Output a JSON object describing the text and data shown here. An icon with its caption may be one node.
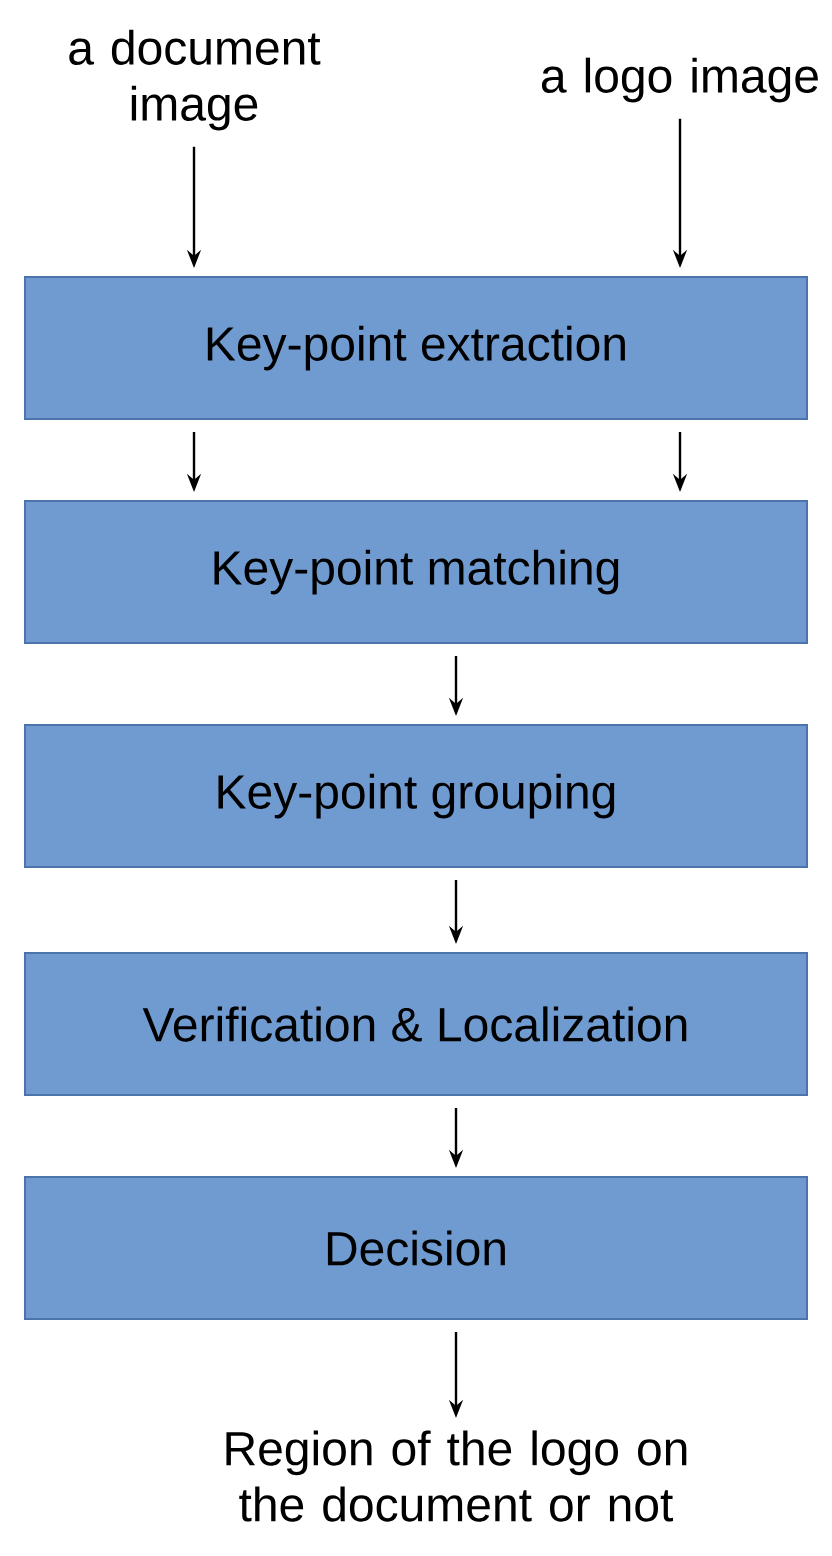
{
  "diagram": {
    "nodes": [
      {
        "text": [
          "a document image"
        ]
      },
      {
        "text": [
          "a logo image"
        ]
      },
      {
        "text": [
          "Key-point extraction"
        ]
      },
      {
        "text": [
          "Key-point matching"
        ]
      },
      {
        "text": [
          "Key-point grouping"
        ]
      },
      {
        "text": [
          "Verification & Localization"
        ]
      },
      {
        "text": [
          "Decision"
        ]
      },
      {
        "text": [
          "Region of the logo on the document or not"
        ]
      }
    ],
    "edges": [
      {
        "from": 0,
        "to": 2,
        "arrow": "to"
      },
      {
        "from": 1,
        "to": 2,
        "arrow": "to"
      },
      {
        "from": 2,
        "to": 3,
        "arrow": "to"
      },
      {
        "from": 2,
        "to": 3,
        "arrow": "to"
      },
      {
        "from": 3,
        "to": 4,
        "arrow": "to"
      },
      {
        "from": 4,
        "to": 5,
        "arrow": "to"
      },
      {
        "from": 5,
        "to": 6,
        "arrow": "to"
      },
      {
        "from": 6,
        "to": 7,
        "arrow": "to"
      }
    ]
  }
}
